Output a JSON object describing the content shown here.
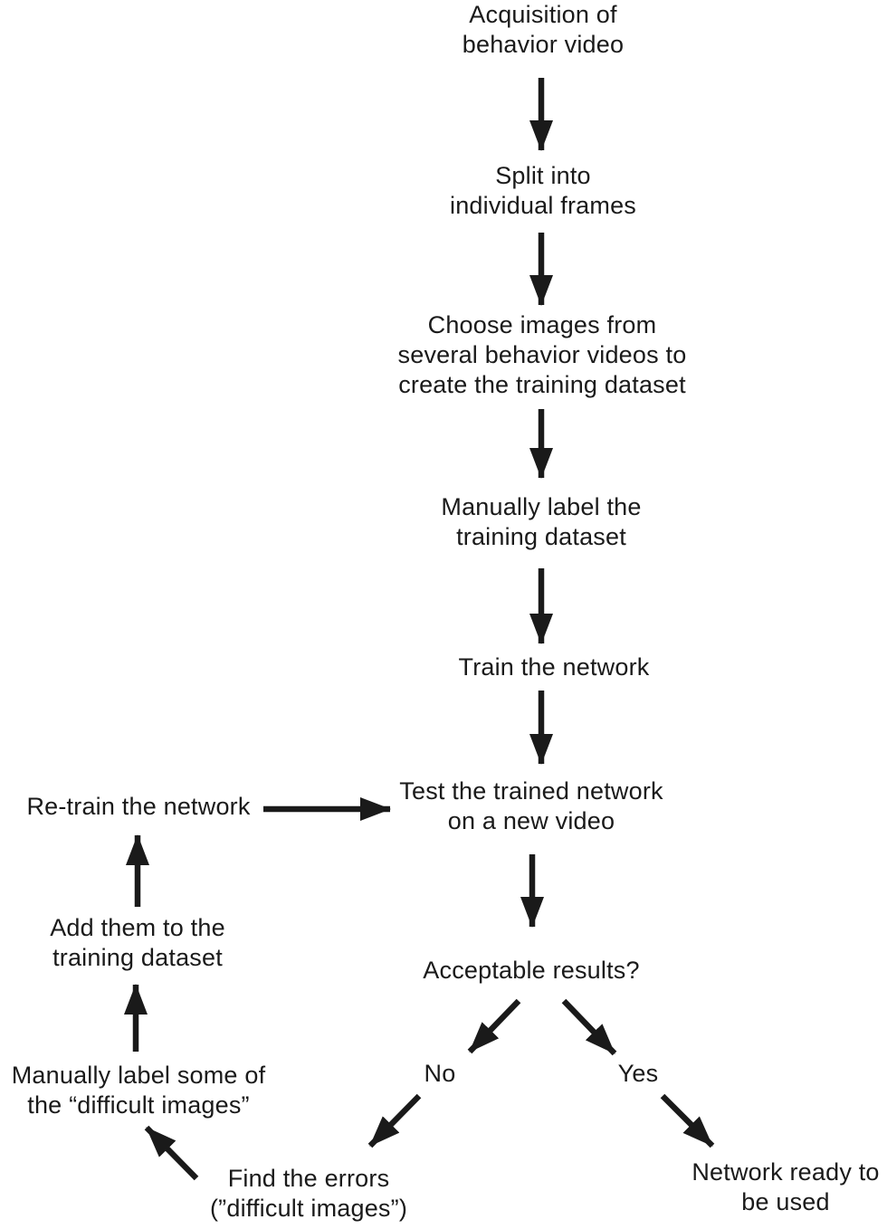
{
  "background": "#ffffff",
  "ink_color": "#1a1a1a",
  "diagram_type": "flowchart",
  "nodes": {
    "acquisition": {
      "lines": [
        "Acquisition of",
        "behavior video"
      ]
    },
    "split": {
      "lines": [
        "Split into",
        "individual frames"
      ]
    },
    "choose": {
      "lines": [
        "Choose images from",
        "several behavior videos to",
        "create the training dataset"
      ]
    },
    "label_training": {
      "lines": [
        "Manually label the",
        "training dataset"
      ]
    },
    "train": {
      "lines": [
        "Train the network"
      ]
    },
    "test": {
      "lines": [
        "Test the trained network",
        "on a new video"
      ]
    },
    "acceptable": {
      "lines": [
        "Acceptable results?"
      ]
    },
    "no": {
      "lines": [
        "No"
      ]
    },
    "yes": {
      "lines": [
        "Yes"
      ]
    },
    "network_ready": {
      "lines": [
        "Network ready to",
        "be used"
      ]
    },
    "retrain": {
      "lines": [
        "Re-train the network"
      ]
    },
    "add_them": {
      "lines": [
        "Add them to the",
        "training dataset"
      ]
    },
    "label_difficult": {
      "lines": [
        "Manually label some of",
        "the “difficult images”"
      ]
    },
    "find_errors": {
      "lines": [
        "Find the errors",
        "(”difficult images”)"
      ]
    }
  },
  "edges": [
    {
      "from": "acquisition",
      "to": "split"
    },
    {
      "from": "split",
      "to": "choose"
    },
    {
      "from": "choose",
      "to": "label_training"
    },
    {
      "from": "label_training",
      "to": "train"
    },
    {
      "from": "train",
      "to": "test"
    },
    {
      "from": "test",
      "to": "acceptable"
    },
    {
      "from": "acceptable",
      "to": "no"
    },
    {
      "from": "acceptable",
      "to": "yes"
    },
    {
      "from": "no",
      "to": "find_errors"
    },
    {
      "from": "find_errors",
      "to": "label_difficult"
    },
    {
      "from": "label_difficult",
      "to": "add_them"
    },
    {
      "from": "add_them",
      "to": "retrain"
    },
    {
      "from": "retrain",
      "to": "test"
    },
    {
      "from": "yes",
      "to": "network_ready"
    }
  ]
}
